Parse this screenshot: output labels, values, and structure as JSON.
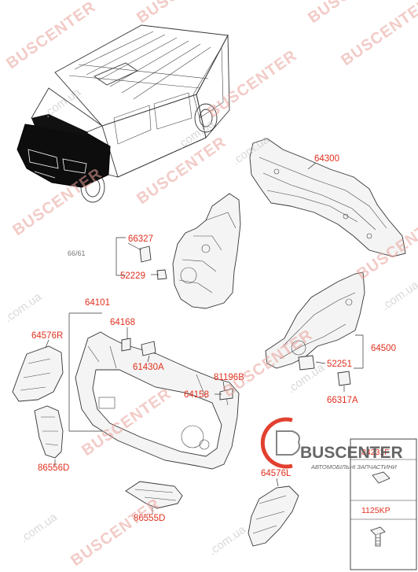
{
  "watermarks": {
    "main": "BUSCENTER",
    "domain": ".com.ua"
  },
  "brand_logo": {
    "name": "BUSCENTER",
    "tagline": "АВТОМОБІЛЬНІ ЗАПЧАСТИНИ",
    "color": "#e0301e"
  },
  "part_labels": {
    "p64300": "64300",
    "p66327": "66327",
    "p52229": "52229",
    "p64101": "64101",
    "p64168": "64168",
    "p64576R": "64576R",
    "p61430A": "61430A",
    "p81196B": "81196B",
    "p64158": "64158",
    "p64500": "64500",
    "p52251": "52251",
    "p66317A": "66317A",
    "p86556D": "86556D",
    "p86555D": "86555D",
    "p64576L": "64576L",
    "p84231F": "84231F",
    "p1125KP": "1125KP"
  },
  "ghost_label": "66/61",
  "colors": {
    "label": "#e0301e",
    "watermark": "#e8a19a",
    "line": "#333333"
  }
}
